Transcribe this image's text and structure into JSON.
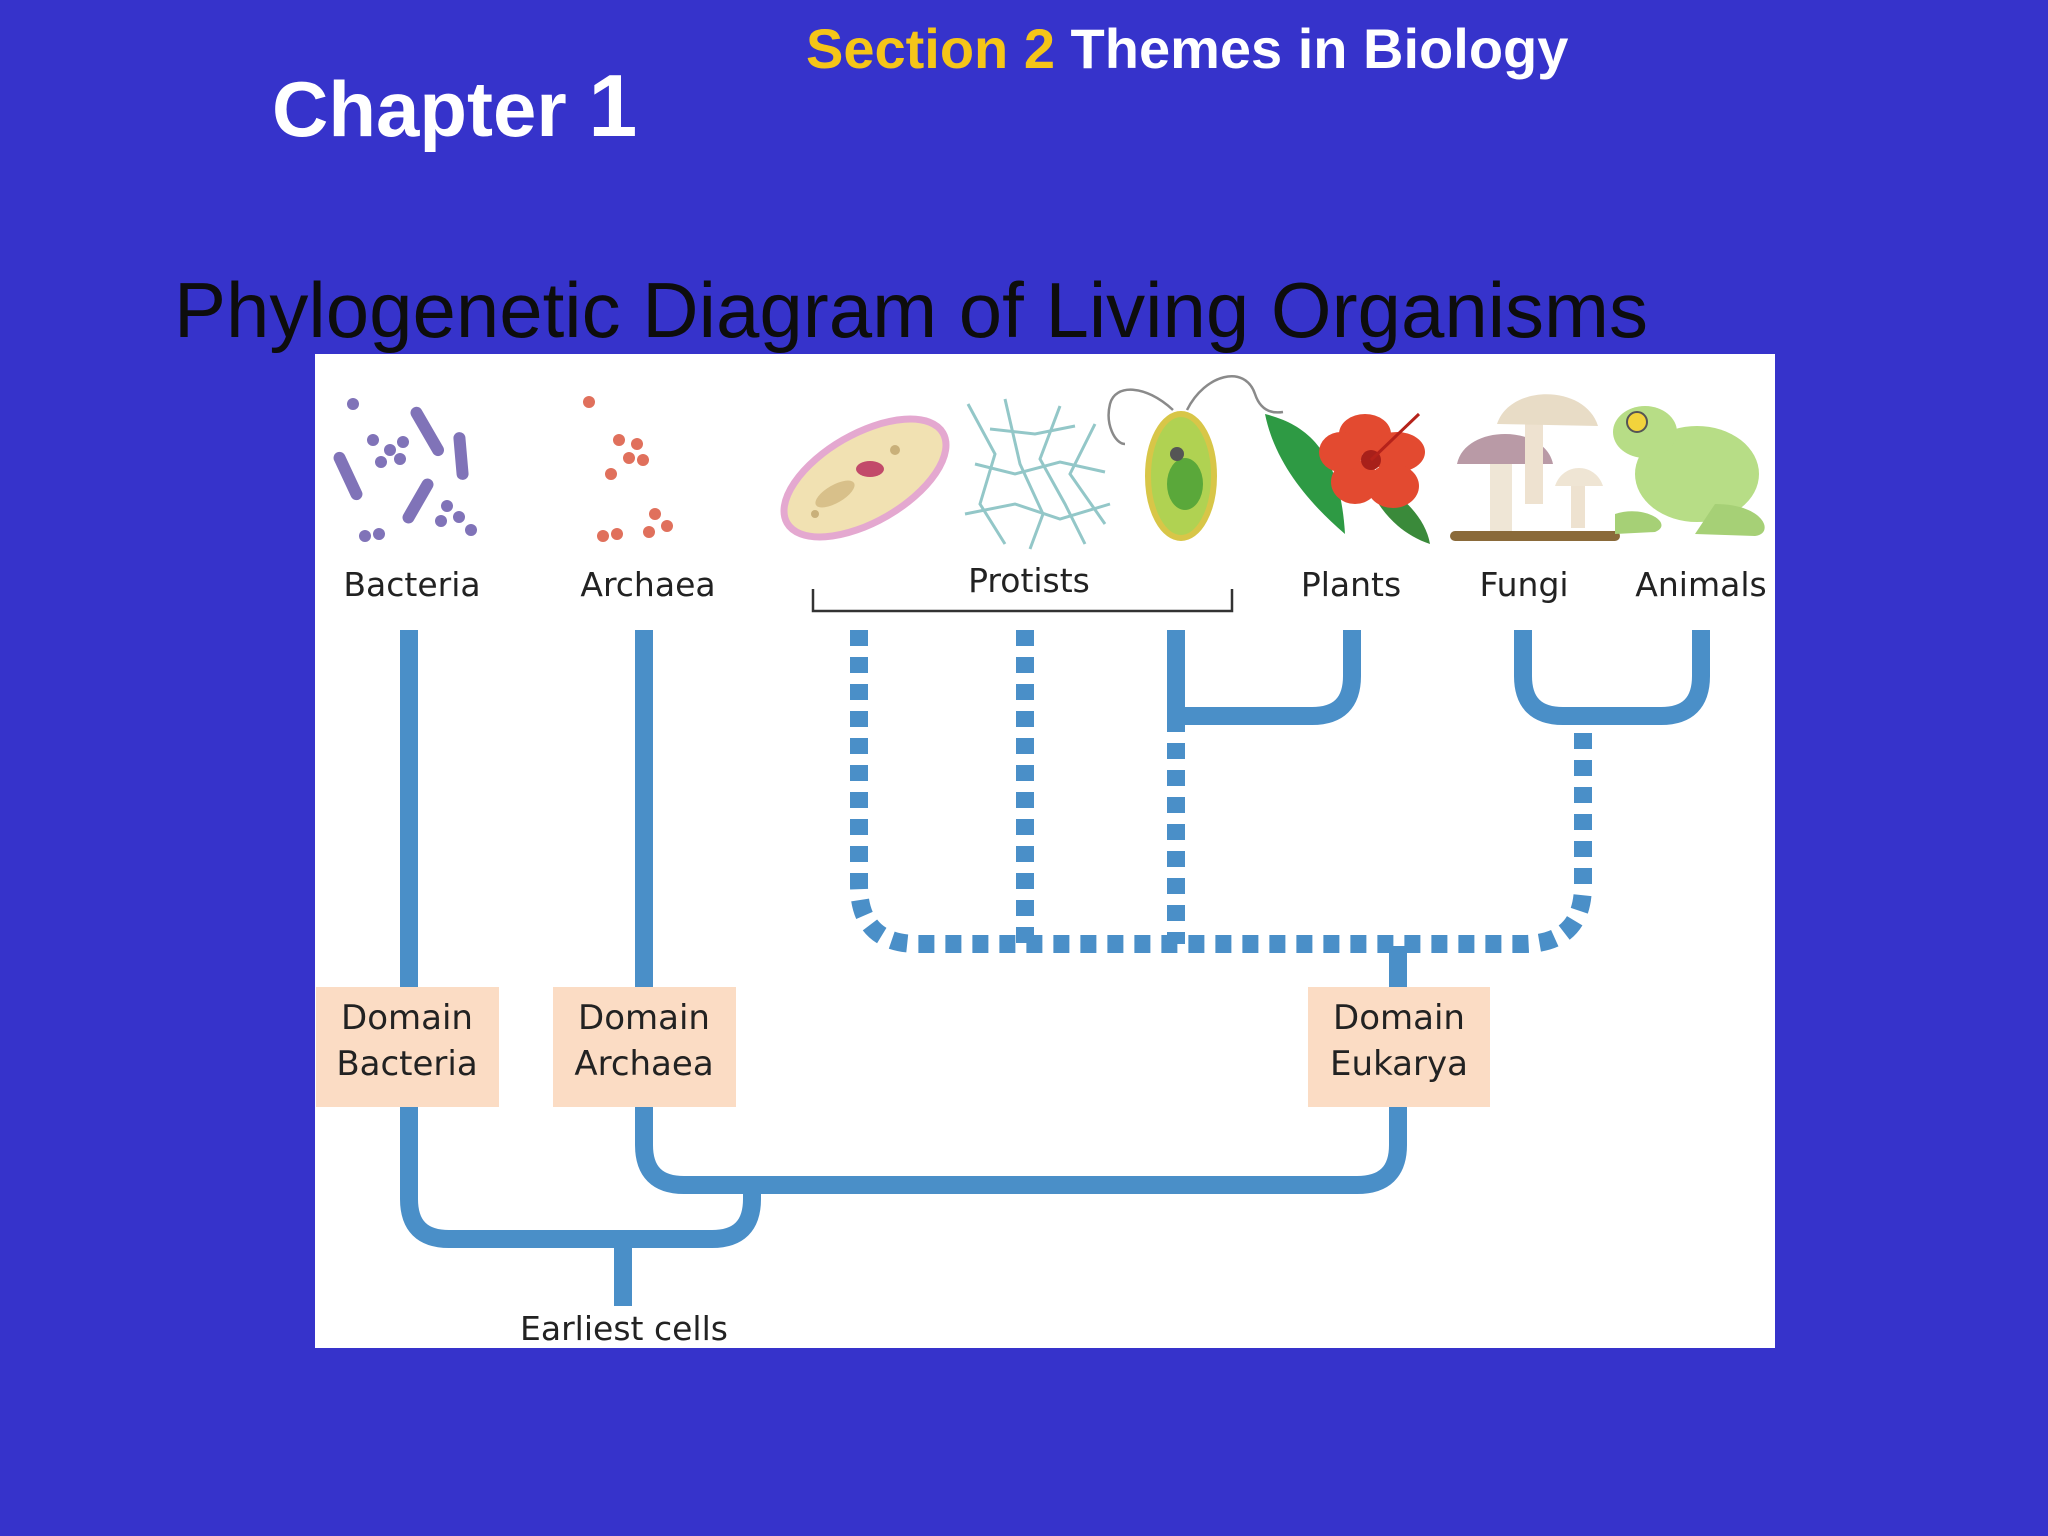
{
  "header": {
    "section_label": "Section 2",
    "section_title": "Themes in Biology",
    "chapter_word": "Chapter",
    "chapter_number": "1"
  },
  "slide": {
    "title": "Phylogenetic Diagram of Living Organisms"
  },
  "diagram": {
    "organism_labels": {
      "bacteria": "Bacteria",
      "archaea": "Archaea",
      "protists": "Protists",
      "plants": "Plants",
      "fungi": "Fungi",
      "animals": "Animals"
    },
    "domains": {
      "bacteria": [
        "Domain",
        "Bacteria"
      ],
      "archaea": [
        "Domain",
        "Archaea"
      ],
      "eukarya": [
        "Domain",
        "Eukarya"
      ]
    },
    "root_label": "Earliest cells",
    "colors": {
      "background": "#3633cb",
      "section_label": "#f5c518",
      "title_text": "#0d0d0d",
      "branch": "#4a8fc8",
      "domain_box": "#fbdcc4"
    }
  }
}
